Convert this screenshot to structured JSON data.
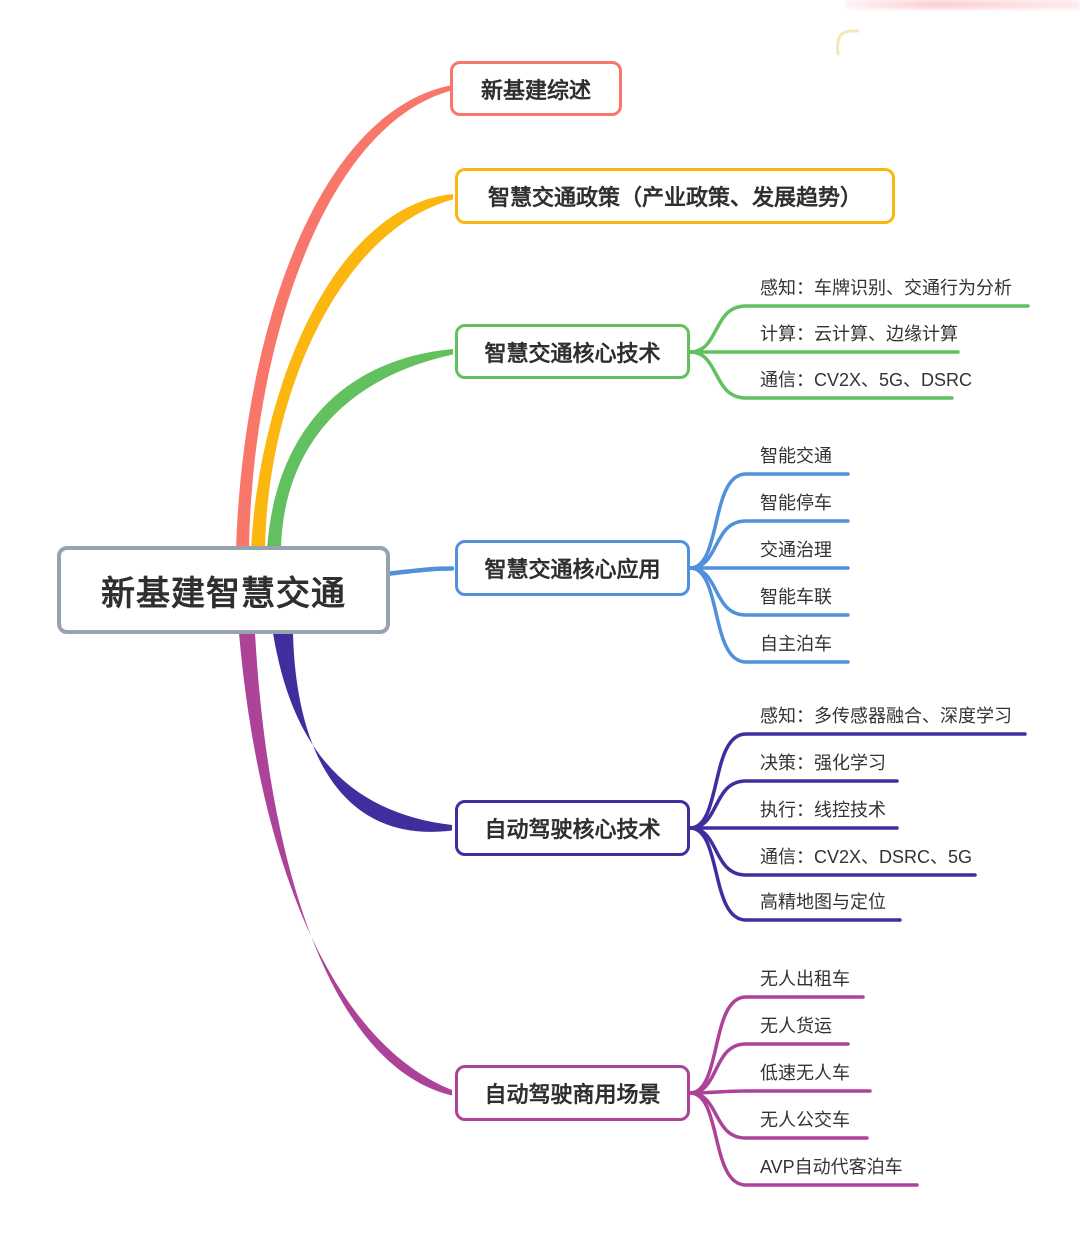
{
  "root": {
    "label": "新基建智慧交通",
    "border_color": "#99a2b0"
  },
  "text_color": "#2f2f2f",
  "branches": [
    {
      "label": "新基建综述",
      "color": "#f8766a",
      "children": []
    },
    {
      "label": "智慧交通政策（产业政策、发展趋势）",
      "color": "#fbb60f",
      "children": []
    },
    {
      "label": "智慧交通核心技术",
      "color": "#62c15e",
      "children": [
        "感知：车牌识别、交通行为分析",
        "计算：云计算、边缘计算",
        "通信：CV2X、5G、DSRC"
      ]
    },
    {
      "label": "智慧交通核心应用",
      "color": "#5191dc",
      "children": [
        "智能交通",
        "智能停车",
        "交通治理",
        "智能车联",
        "自主泊车"
      ]
    },
    {
      "label": "自动驾驶核心技术",
      "color": "#412d9e",
      "children": [
        "感知：多传感器融合、深度学习",
        "决策：强化学习",
        "执行：线控技术",
        "通信：CV2X、DSRC、5G",
        "高精地图与定位"
      ]
    },
    {
      "label": "自动驾驶商用场景",
      "color": "#ad4399",
      "children": [
        "无人出租车",
        "无人货运",
        "低速无人车",
        "无人公交车",
        "AVP自动代客泊车"
      ]
    }
  ]
}
